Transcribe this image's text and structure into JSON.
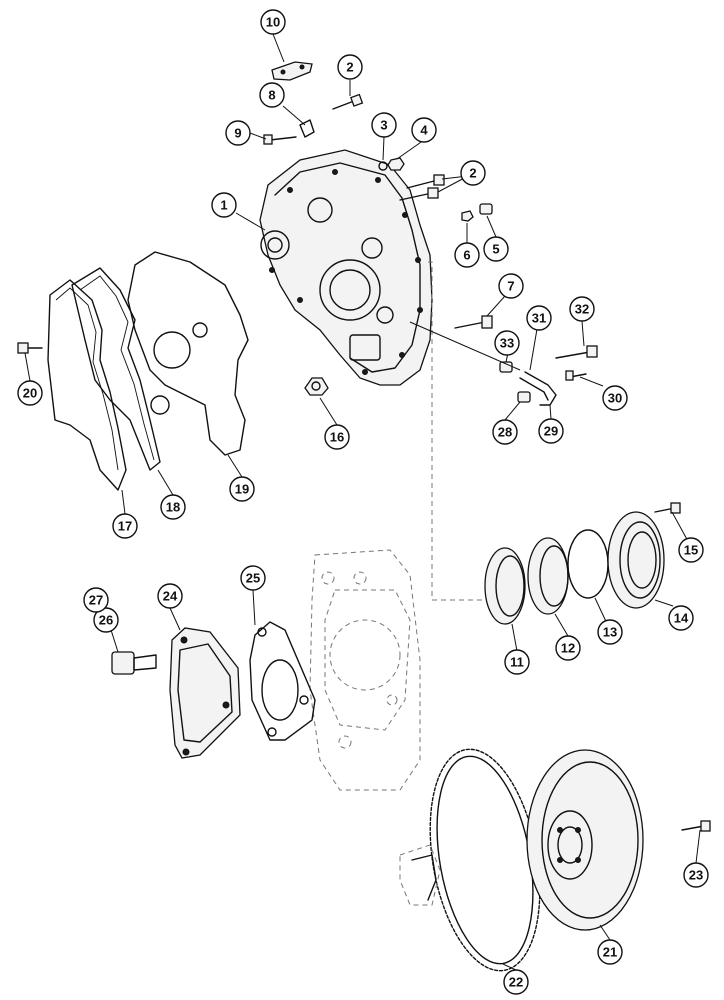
{
  "callouts": [
    {
      "id": "c1",
      "label": "1"
    },
    {
      "id": "c2a",
      "label": "2"
    },
    {
      "id": "c2b",
      "label": "2"
    },
    {
      "id": "c3",
      "label": "3"
    },
    {
      "id": "c4",
      "label": "4"
    },
    {
      "id": "c5",
      "label": "5"
    },
    {
      "id": "c6",
      "label": "6"
    },
    {
      "id": "c7",
      "label": "7"
    },
    {
      "id": "c8",
      "label": "8"
    },
    {
      "id": "c9",
      "label": "9"
    },
    {
      "id": "c10",
      "label": "10"
    },
    {
      "id": "c11",
      "label": "11"
    },
    {
      "id": "c12",
      "label": "12"
    },
    {
      "id": "c13",
      "label": "13"
    },
    {
      "id": "c14",
      "label": "14"
    },
    {
      "id": "c15",
      "label": "15"
    },
    {
      "id": "c16",
      "label": "16"
    },
    {
      "id": "c17",
      "label": "17"
    },
    {
      "id": "c18",
      "label": "18"
    },
    {
      "id": "c19",
      "label": "19"
    },
    {
      "id": "c20",
      "label": "20"
    },
    {
      "id": "c21",
      "label": "21"
    },
    {
      "id": "c22",
      "label": "22"
    },
    {
      "id": "c23",
      "label": "23"
    },
    {
      "id": "c24",
      "label": "24"
    },
    {
      "id": "c25",
      "label": "25"
    },
    {
      "id": "c26",
      "label": "26"
    },
    {
      "id": "c27",
      "label": "27"
    },
    {
      "id": "c28",
      "label": "28"
    },
    {
      "id": "c29",
      "label": "29"
    },
    {
      "id": "c30",
      "label": "30"
    },
    {
      "id": "c31",
      "label": "31"
    },
    {
      "id": "c32",
      "label": "32"
    },
    {
      "id": "c33",
      "label": "33"
    }
  ]
}
